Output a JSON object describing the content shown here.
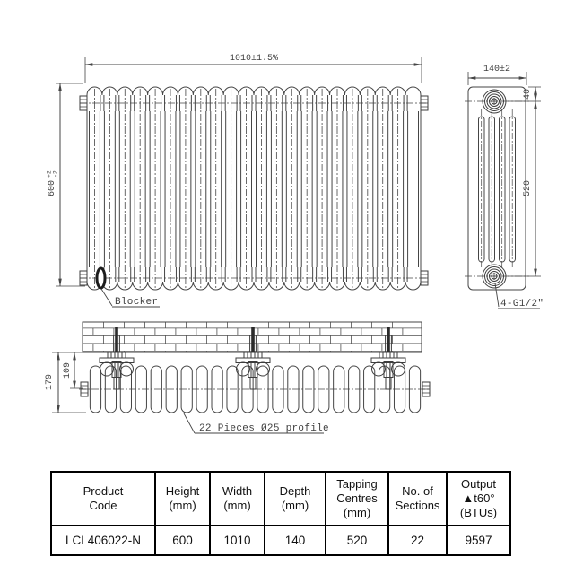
{
  "drawing": {
    "sections": 22,
    "front": {
      "width_dim": "1010±1.5%",
      "height_dim": "600",
      "height_tol_plus": "+2",
      "height_tol_minus": "-2",
      "blocker_label": "Blocker"
    },
    "side": {
      "width_dim": "140±2",
      "top_offset_dim": "40",
      "centres_dim": "520",
      "connections_label": "4-G1/2\""
    },
    "plan": {
      "total_depth_dim": "179",
      "bracket_dim": "109",
      "pieces_label": "22 Pieces Ø25 profile"
    }
  },
  "table": {
    "headers": [
      "Product\nCode",
      "Height\n(mm)",
      "Width\n(mm)",
      "Depth\n(mm)",
      "Tapping\nCentres\n(mm)",
      "No. of\nSections",
      "Output\n▲t60°\n(BTUs)"
    ],
    "row": [
      "LCL406022-N",
      "600",
      "1010",
      "140",
      "520",
      "22",
      "9597"
    ]
  },
  "colors": {
    "line": "#454545",
    "text": "#3f3f3f",
    "table_border": "#000000",
    "background": "#ffffff"
  }
}
